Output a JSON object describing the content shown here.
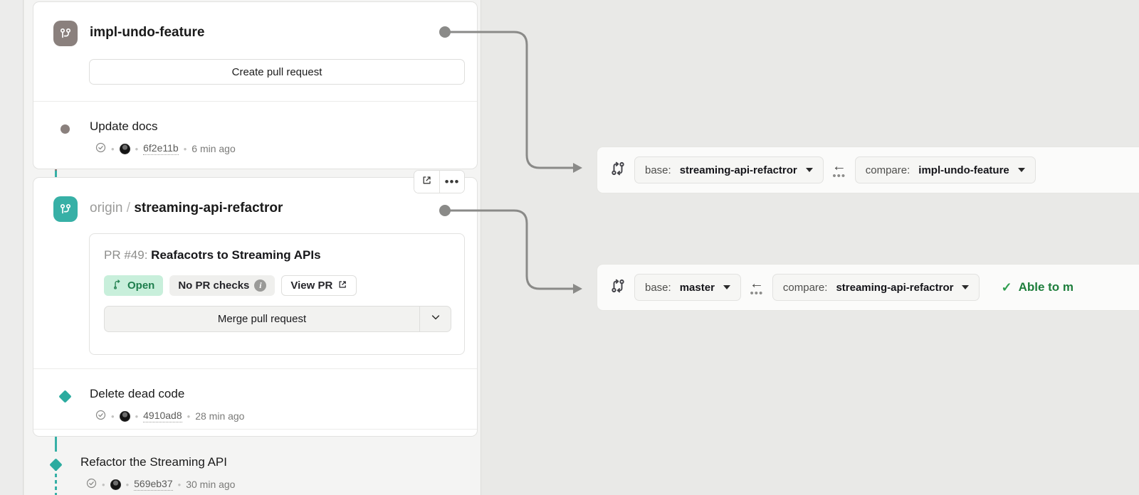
{
  "theme": {
    "canvas_bg": "#e9e9e7",
    "panel_bg": "#f4f4f3",
    "card_bg": "#ffffff",
    "branch_gray": "#8a807d",
    "branch_teal": "#37b0a6",
    "open_green_text": "#1e7e4d",
    "open_green_bg": "#c8efdb",
    "merge_ok_green": "#1e7e3c",
    "connector_gray": "#8a8a88"
  },
  "branch_panel": {
    "cards": [
      {
        "branch_icon": "branch-icon",
        "branch_color": "gray",
        "remote": "",
        "name": "impl-undo-feature",
        "primary_action": "Create pull request",
        "commits": [
          {
            "title": "Update docs",
            "status_icon": "check-circle-icon",
            "avatar": "author-avatar",
            "sha": "6f2e11b",
            "time": "6 min ago",
            "node": "dot"
          }
        ]
      },
      {
        "branch_icon": "branch-icon",
        "branch_color": "teal",
        "remote": "origin",
        "separator": "/",
        "name": "streaming-api-refactror",
        "corner_actions": [
          {
            "icon": "external-link-icon",
            "name": "open-external-button"
          },
          {
            "icon": "overflow-dots-icon",
            "name": "more-options-button",
            "glyph": "•••"
          }
        ],
        "pull_request": {
          "number_label": "PR #49:",
          "title": "Reafacotrs to Streaming APIs",
          "badges": [
            {
              "label": "Open",
              "icon": "pull-request-icon",
              "style": "open"
            },
            {
              "label": "No PR checks",
              "icon": "info-icon",
              "style": "neutral"
            },
            {
              "label": "View PR",
              "icon": "external-link-icon",
              "style": "outline"
            }
          ],
          "merge_button": "Merge pull request",
          "merge_caret_icon": "chevron-down-icon"
        },
        "commits": [
          {
            "title": "Delete dead code",
            "status_icon": "check-circle-icon",
            "avatar": "author-avatar",
            "sha": "4910ad8",
            "time": "28 min ago",
            "node": "diamond"
          },
          {
            "title": "Refactor the Streaming API",
            "status_icon": "check-circle-icon",
            "avatar": "author-avatar",
            "sha": "569eb37",
            "time": "30 min ago",
            "node": "diamond"
          }
        ]
      }
    ],
    "meta_separator": "•"
  },
  "compare_bars": [
    {
      "swap_icon": "git-compare-icon",
      "base": {
        "label": "base:",
        "value": "streaming-api-refactror"
      },
      "swap": {
        "arrow": "←",
        "dots": "•••"
      },
      "compare": {
        "label": "compare:",
        "value": "impl-undo-feature"
      },
      "status": ""
    },
    {
      "swap_icon": "git-compare-icon",
      "base": {
        "label": "base:",
        "value": "master"
      },
      "swap": {
        "arrow": "←",
        "dots": "•••"
      },
      "compare": {
        "label": "compare:",
        "value": "streaming-api-refactror"
      },
      "status": "Able to m",
      "status_icon": "check-icon",
      "status_glyph": "✓"
    }
  ]
}
